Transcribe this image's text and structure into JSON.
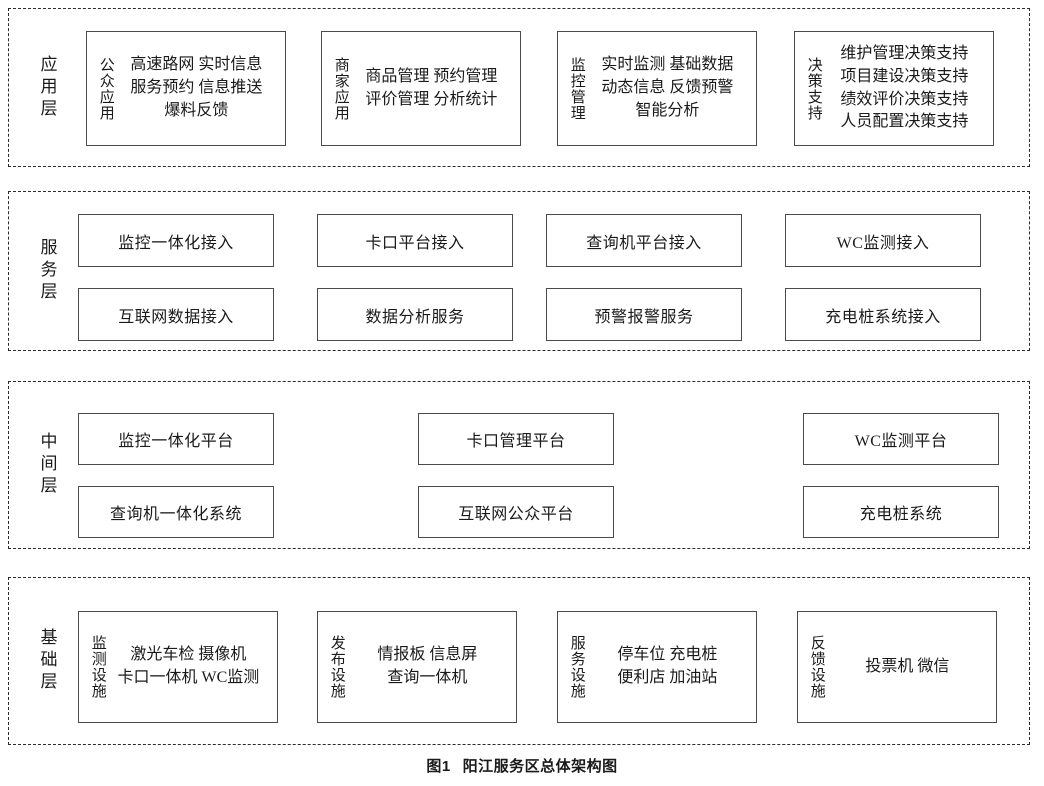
{
  "figure": {
    "caption_number": "图1",
    "caption_title": "阳江服务区总体架构图"
  },
  "colors": {
    "background": "#ffffff",
    "band_border": "#2b2b2b",
    "node_border": "#4a4a4a",
    "text": "#1a1a1a"
  },
  "layers": [
    {
      "id": "application-layer",
      "label": "应用层",
      "nodes": [
        {
          "id": "public-application",
          "tag": "公众应用",
          "lines": [
            "高速路网  实时信息",
            "服务预约  信息推送",
            "爆料反馈"
          ]
        },
        {
          "id": "merchant-application",
          "tag": "商家应用",
          "lines": [
            "商品管理  预约管理",
            "评价管理  分析统计"
          ]
        },
        {
          "id": "monitoring-management",
          "tag": "监控管理",
          "lines": [
            "实时监测  基础数据",
            "动态信息  反馈预警",
            "智能分析"
          ]
        },
        {
          "id": "decision-support",
          "tag": "决策支持",
          "lines": [
            "维护管理决策支持",
            "项目建设决策支持",
            "绩效评价决策支持",
            "人员配置决策支持"
          ]
        }
      ]
    },
    {
      "id": "service-layer",
      "label": "服务层",
      "nodes": [
        {
          "id": "monitoring-integration-access",
          "text": "监控一体化接入"
        },
        {
          "id": "checkpoint-platform-access",
          "text": "卡口平台接入"
        },
        {
          "id": "kiosk-platform-access",
          "text": "查询机平台接入"
        },
        {
          "id": "wc-monitoring-access",
          "text": "WC监测接入"
        },
        {
          "id": "internet-data-access",
          "text": "互联网数据接入"
        },
        {
          "id": "data-analysis-service",
          "text": "数据分析服务"
        },
        {
          "id": "early-warning-alarm-service",
          "text": "预警报警服务"
        },
        {
          "id": "charging-pile-system-access",
          "text": "充电桩系统接入"
        }
      ]
    },
    {
      "id": "middle-layer",
      "label": "中间层",
      "nodes": [
        {
          "id": "monitoring-integration-platform",
          "text": "监控一体化平台"
        },
        {
          "id": "checkpoint-management-platform",
          "text": "卡口管理平台"
        },
        {
          "id": "wc-monitoring-platform",
          "text": "WC监测平台"
        },
        {
          "id": "kiosk-integration-system",
          "text": "查询机一体化系统"
        },
        {
          "id": "internet-public-platform",
          "text": "互联网公众平台"
        },
        {
          "id": "charging-pile-system",
          "text": "充电桩系统"
        }
      ]
    },
    {
      "id": "infrastructure-layer",
      "label": "基础层",
      "nodes": [
        {
          "id": "monitoring-facilities",
          "tag": "监测设施",
          "lines": [
            "激光车检  摄像机",
            "卡口一体机  WC监测"
          ]
        },
        {
          "id": "publishing-facilities",
          "tag": "发布设施",
          "lines": [
            "情报板  信息屏",
            "查询一体机"
          ]
        },
        {
          "id": "service-facilities",
          "tag": "服务设施",
          "lines": [
            "停车位  充电桩",
            "便利店  加油站"
          ]
        },
        {
          "id": "feedback-facilities",
          "tag": "反馈设施",
          "lines": [
            "投票机  微信"
          ]
        }
      ]
    }
  ]
}
